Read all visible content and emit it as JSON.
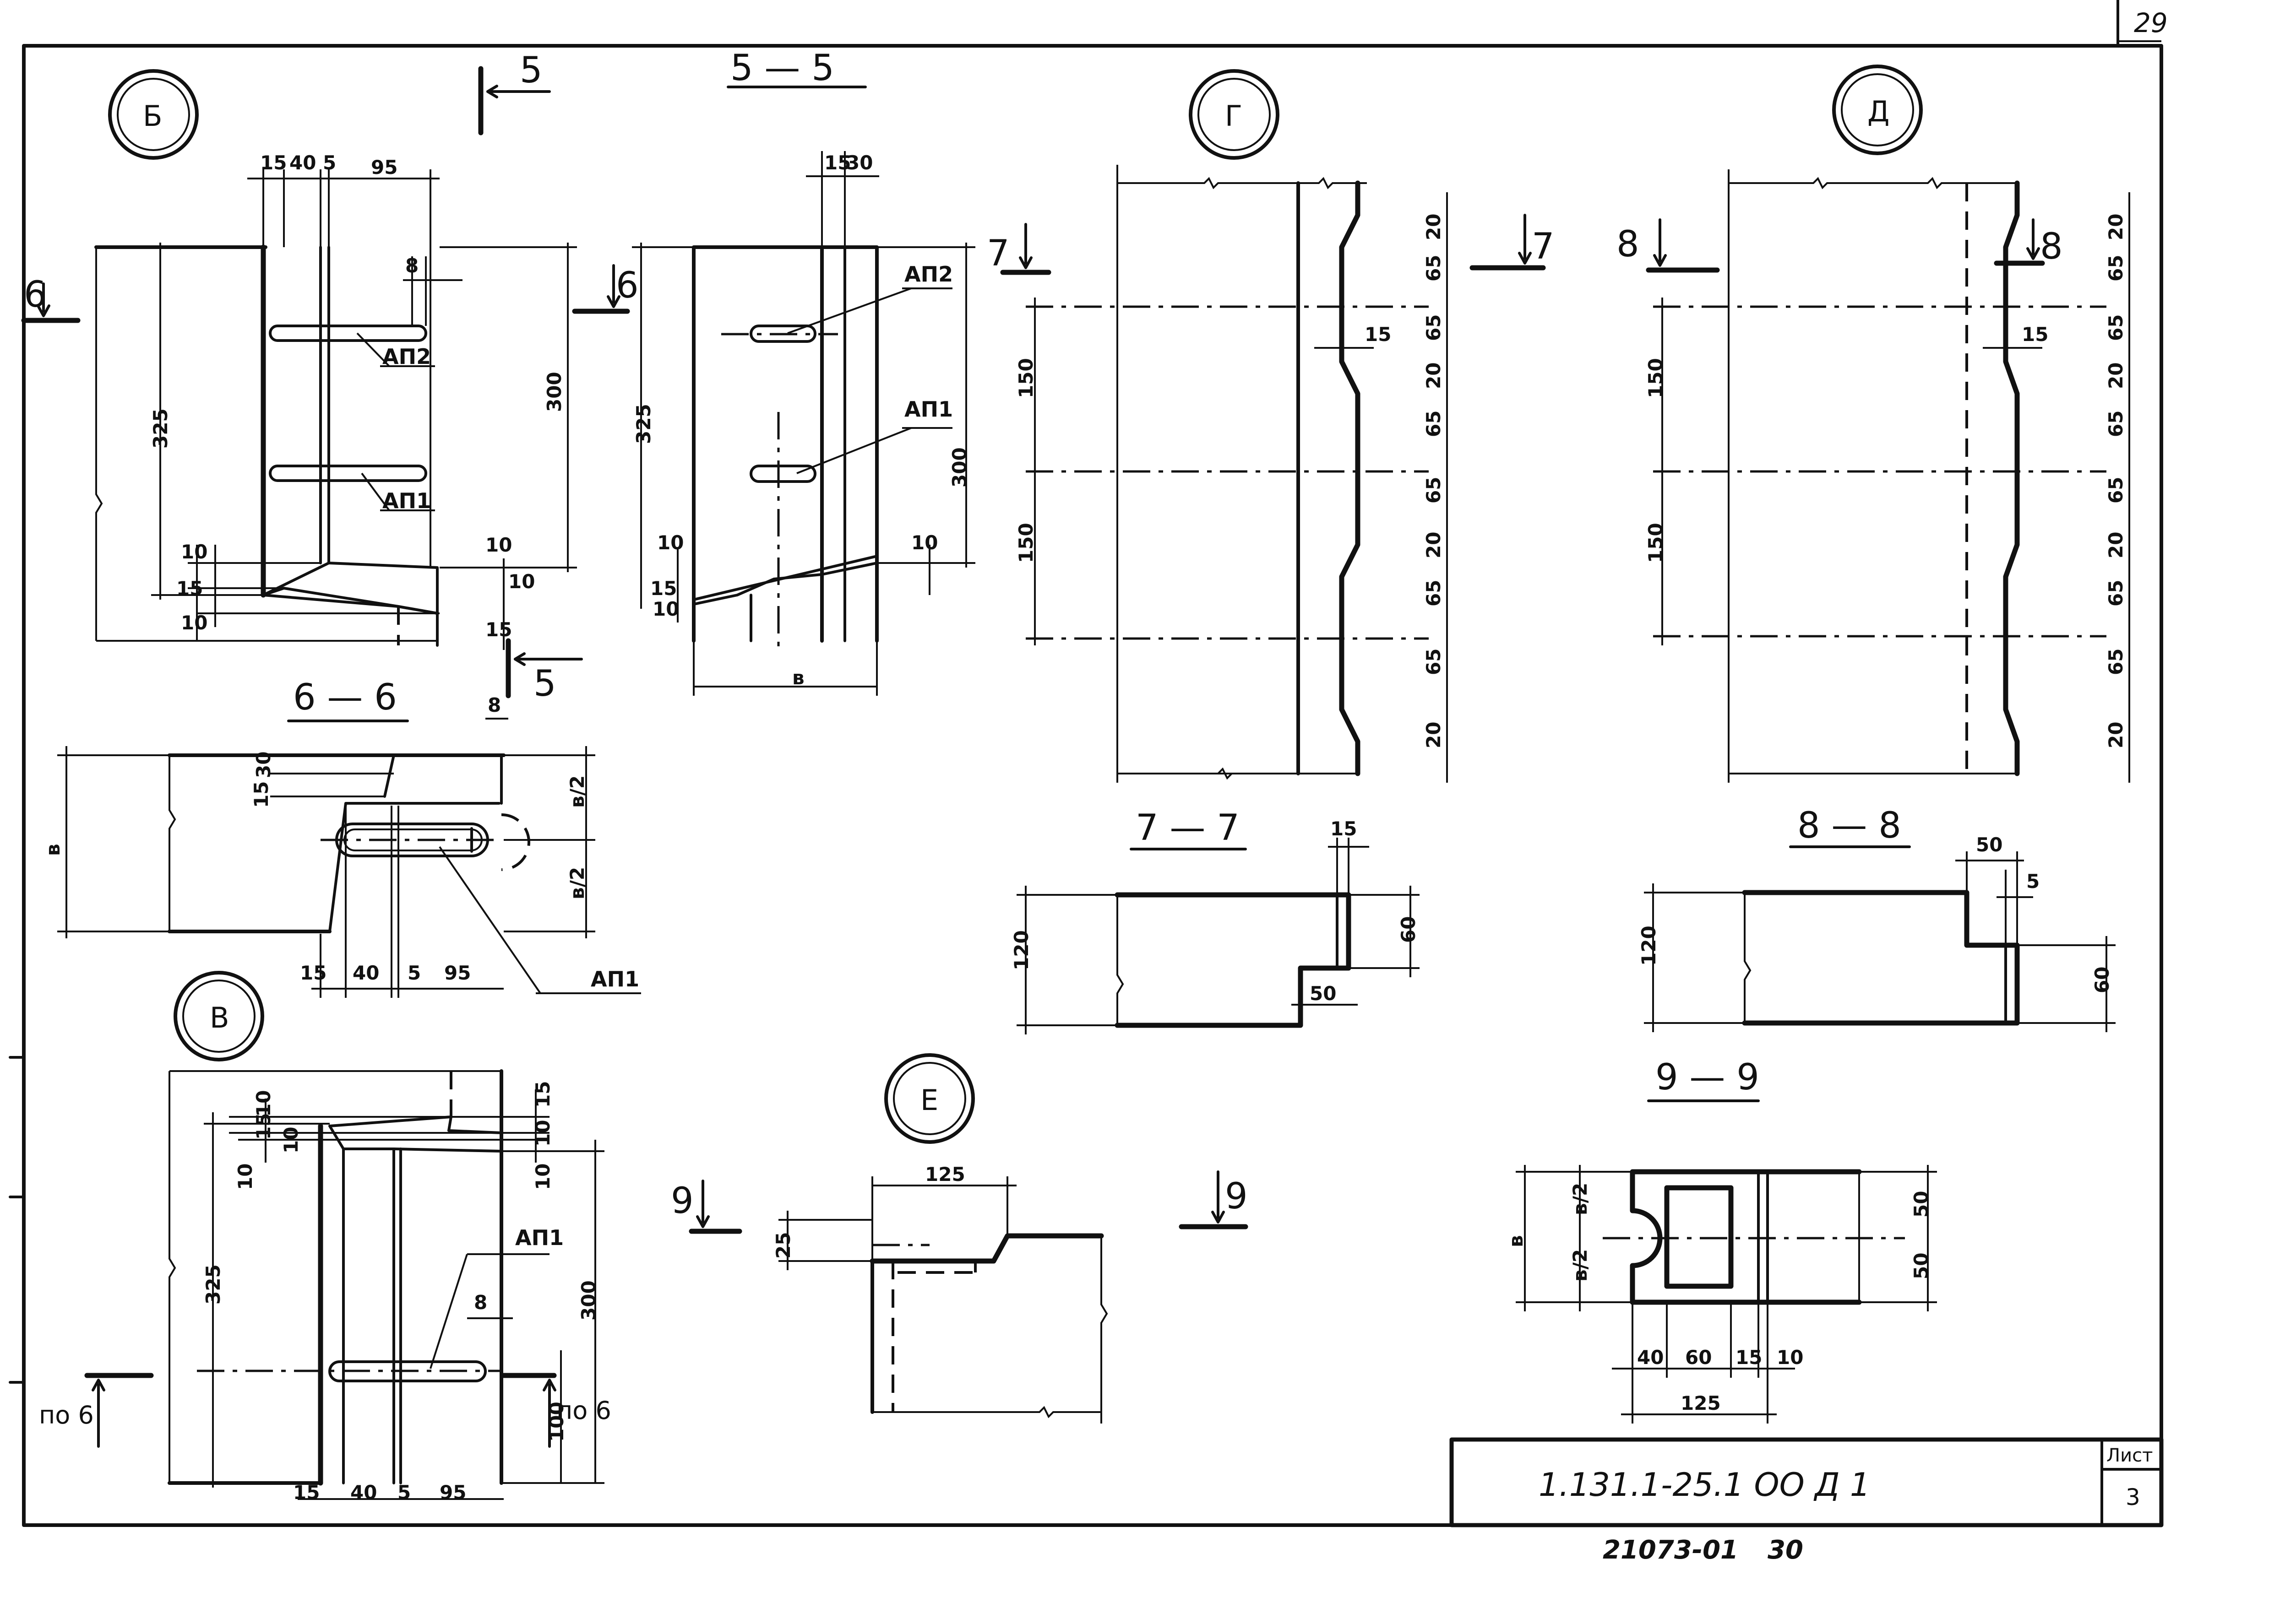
{
  "sheet": {
    "page_number": "29",
    "stamp_number": "21073-01",
    "stamp_page": "30"
  },
  "title_block": {
    "designation": "1.131.1-25.1  ОО Д 1",
    "sheet_label": "Лист",
    "sheet_number": "3"
  },
  "callouts": {
    "B": "Б",
    "V": "В",
    "G": "Г",
    "D": "Д",
    "E": "Е"
  },
  "sections": {
    "s55": "5 — 5",
    "s66": "6 — 6",
    "s77": "7 — 7",
    "s88": "8 — 8",
    "s99": "9 — 9"
  },
  "cut_marks": {
    "m5": "5",
    "m6": "6",
    "m7": "7",
    "m8": "8",
    "m9": "9",
    "po6": "по 6"
  },
  "part_labels": {
    "ap1": "АП1",
    "ap2": "АП2"
  },
  "dims": {
    "d5": "5",
    "d8": "8",
    "d10": "10",
    "d15": "15",
    "d20": "20",
    "d25": "25",
    "d30": "30",
    "d40": "40",
    "d50": "50",
    "d60": "60",
    "d65": "65",
    "d95": "95",
    "d100": "100",
    "d120": "120",
    "d125": "125",
    "d150": "150",
    "d300": "300",
    "d325": "325",
    "b": "в",
    "b2": "в/2"
  }
}
